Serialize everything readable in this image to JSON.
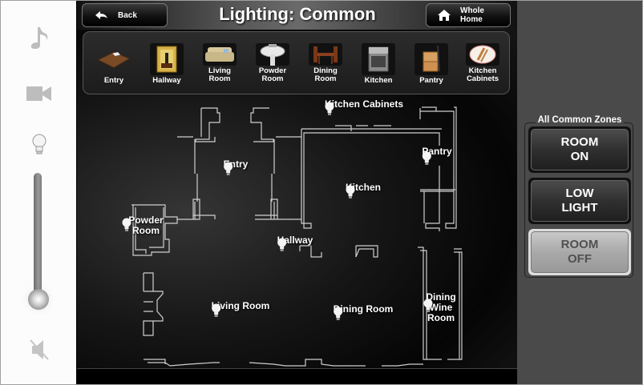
{
  "sidebar": {
    "icons": [
      "music-note-icon",
      "video-camera-icon",
      "light-bulb-icon",
      "mute-icon"
    ],
    "volume_level_fraction": 0.0
  },
  "header": {
    "title": "Lighting: Common",
    "back_label": "Back",
    "home_label_line1": "Whole",
    "home_label_line2": "Home"
  },
  "rooms": [
    {
      "label": "Entry",
      "icon": "doormat-icon"
    },
    {
      "label": "Hallway",
      "icon": "framed-picture-icon"
    },
    {
      "label": "Living Room",
      "icon": "sofa-icon"
    },
    {
      "label": "Powder Room",
      "icon": "sink-icon"
    },
    {
      "label": "Dining Room",
      "icon": "dining-table-icon"
    },
    {
      "label": "Kitchen",
      "icon": "stove-icon"
    },
    {
      "label": "Pantry",
      "icon": "hand-truck-icon"
    },
    {
      "label": "Kitchen Cabinets",
      "icon": "plate-icon"
    }
  ],
  "floorplan": {
    "zones": [
      {
        "label": "Kitchen Cabinets"
      },
      {
        "label": "Pantry"
      },
      {
        "label": "Entry"
      },
      {
        "label": "Kitchen"
      },
      {
        "label": "Powder Room"
      },
      {
        "label": "Hallway"
      },
      {
        "label": "Living Room"
      },
      {
        "label": "Dining Room"
      },
      {
        "label": "Dining Wine Room"
      }
    ]
  },
  "zone_controls": {
    "title": "All Common Zones",
    "buttons": [
      {
        "line1": "ROOM",
        "line2": "ON",
        "active": false
      },
      {
        "line1": "LOW",
        "line2": "LIGHT",
        "active": false
      },
      {
        "line1": "ROOM",
        "line2": "OFF",
        "active": true
      }
    ]
  }
}
